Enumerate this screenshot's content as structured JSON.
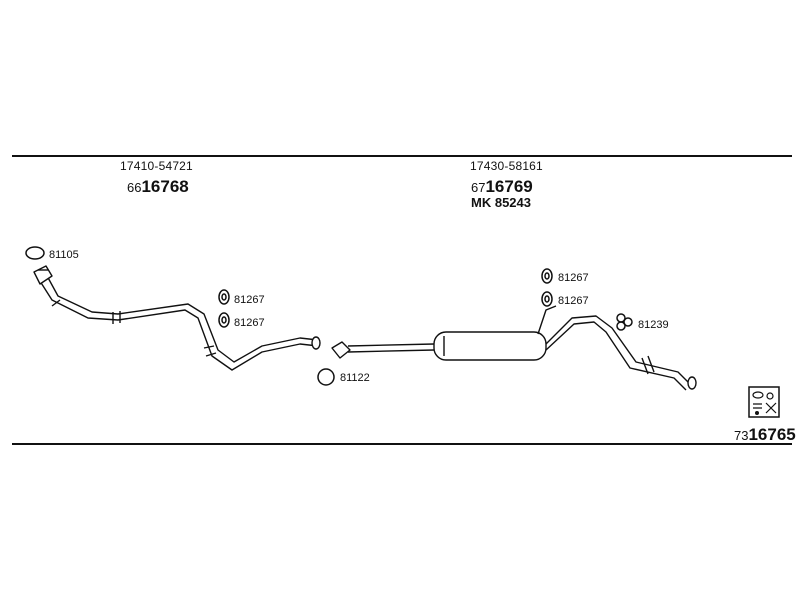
{
  "section1": {
    "oem_number": "17410-54721",
    "article_prefix": "66",
    "article_main": "16768",
    "parts": {
      "gasket": "81105",
      "hanger_a": "81267",
      "hanger_b": "81267"
    }
  },
  "section2": {
    "oem_number": "17430-58161",
    "article_prefix": "67",
    "article_main": "16769",
    "mk_label": "MK",
    "mk_number": "85243",
    "parts": {
      "ring": "81122",
      "hanger_a": "81267",
      "hanger_b": "81267",
      "mount": "81239"
    }
  },
  "kit": {
    "article_prefix": "73",
    "article_main": "16765",
    "icon": "mounting-kit-icon"
  }
}
